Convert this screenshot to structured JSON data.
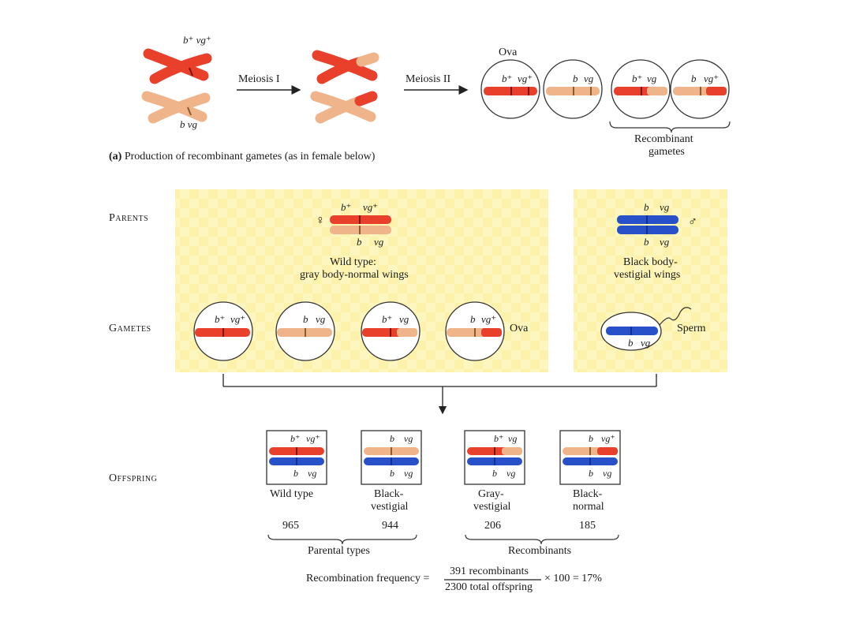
{
  "top": {
    "allele_top_left": "b⁺ vg⁺",
    "allele_bottom_left": "b  vg",
    "arrow1": "Meiosis I",
    "arrow2": "Meiosis II",
    "ova_label": "Ova",
    "ova": [
      {
        "left": "b⁺",
        "right": "vg⁺"
      },
      {
        "left": "b",
        "right": "vg"
      },
      {
        "left": "b⁺",
        "right": "vg"
      },
      {
        "left": "b",
        "right": "vg⁺"
      }
    ],
    "recombinant_label_1": "Recombinant",
    "recombinant_label_2": "gametes",
    "caption_bold": "(a)",
    "caption_text": "Production of recombinant gametes (as in female below)"
  },
  "cross": {
    "parents_label": "Parents",
    "gametes_label": "Gametes",
    "offspring_label": "Offspring",
    "female_symbol": "♀",
    "male_symbol": "♂",
    "female_top": {
      "left": "b⁺",
      "right": "vg⁺"
    },
    "female_bottom": {
      "left": "b",
      "right": "vg"
    },
    "male_top": {
      "left": "b",
      "right": "vg"
    },
    "male_bottom": {
      "left": "b",
      "right": "vg"
    },
    "female_desc_1": "Wild type:",
    "female_desc_2": "gray body-normal wings",
    "male_desc_1": "Black body-",
    "male_desc_2": "vestigial wings",
    "gametes": [
      {
        "left": "b⁺",
        "right": "vg⁺"
      },
      {
        "left": "b",
        "right": "vg"
      },
      {
        "left": "b⁺",
        "right": "vg"
      },
      {
        "left": "b",
        "right": "vg⁺"
      }
    ],
    "ova_label": "Ova",
    "sperm_allele": {
      "left": "b",
      "right": "vg"
    },
    "sperm_label": "Sperm"
  },
  "offspring": [
    {
      "top": {
        "left": "b⁺",
        "right": "vg⁺"
      },
      "bottom": {
        "left": "b",
        "right": "vg"
      },
      "name_1": "Wild type",
      "name_2": "",
      "count": "965"
    },
    {
      "top": {
        "left": "b",
        "right": "vg"
      },
      "bottom": {
        "left": "b",
        "right": "vg"
      },
      "name_1": "Black-",
      "name_2": "vestigial",
      "count": "944"
    },
    {
      "top": {
        "left": "b⁺",
        "right": "vg"
      },
      "bottom": {
        "left": "b",
        "right": "vg"
      },
      "name_1": "Gray-",
      "name_2": "vestigial",
      "count": "206"
    },
    {
      "top": {
        "left": "b",
        "right": "vg⁺"
      },
      "bottom": {
        "left": "b",
        "right": "vg"
      },
      "name_1": "Black-",
      "name_2": "normal",
      "count": "185"
    }
  ],
  "groups": {
    "parental": "Parental types",
    "recombinants": "Recombinants"
  },
  "formula": {
    "lhs": "Recombination frequency =",
    "numerator": "391 recombinants",
    "denominator": "2300 total offspring",
    "rhs": "× 100 = 17%"
  },
  "colors": {
    "red": "#e8402a",
    "red_dark": "#b82815",
    "tan": "#f0b48a",
    "tan_dark": "#c98a5c",
    "blue": "#2850c8",
    "blue_dark": "#14308e",
    "panel": "#fdf6bf"
  }
}
